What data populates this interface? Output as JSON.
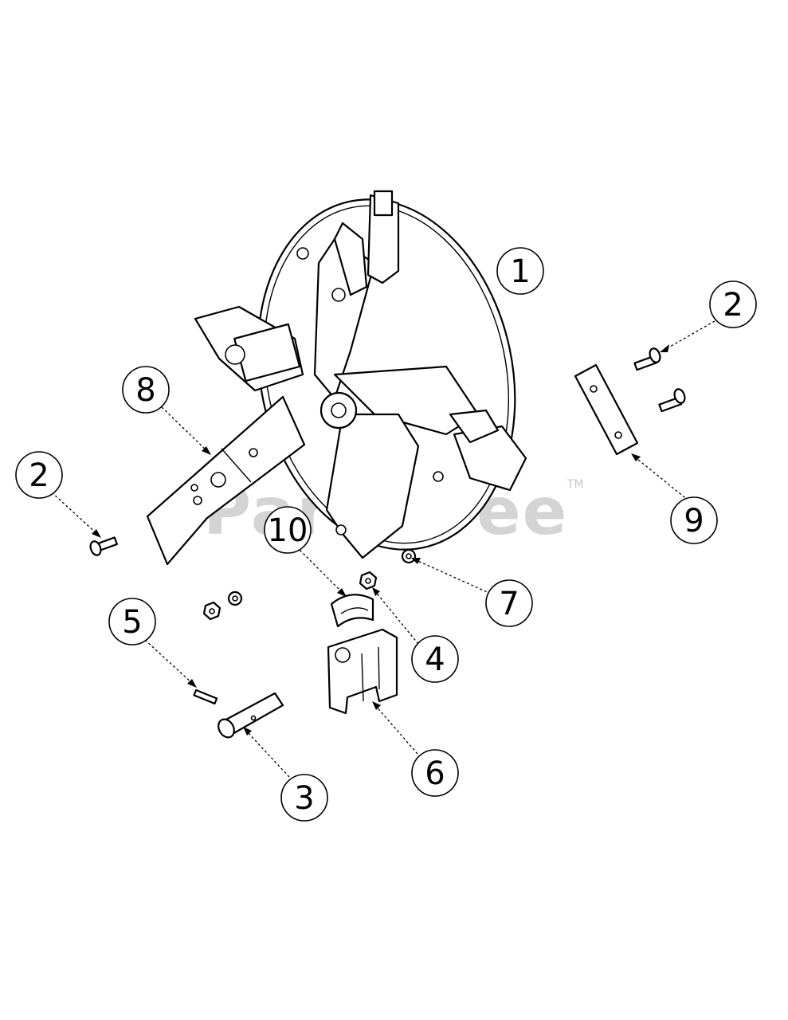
{
  "watermark": {
    "text": "PartsTree",
    "trademark": "TM"
  },
  "callouts": [
    {
      "id": "c1",
      "label": "1"
    },
    {
      "id": "c2a",
      "label": "2"
    },
    {
      "id": "c2b",
      "label": "2"
    },
    {
      "id": "c3",
      "label": "3"
    },
    {
      "id": "c4",
      "label": "4"
    },
    {
      "id": "c5",
      "label": "5"
    },
    {
      "id": "c6",
      "label": "6"
    },
    {
      "id": "c7",
      "label": "7"
    },
    {
      "id": "c8",
      "label": "8"
    },
    {
      "id": "c9",
      "label": "9"
    },
    {
      "id": "c10",
      "label": "10"
    }
  ],
  "colors": {
    "line": "#000000",
    "background": "#ffffff",
    "watermark": "#d4d4d4"
  }
}
